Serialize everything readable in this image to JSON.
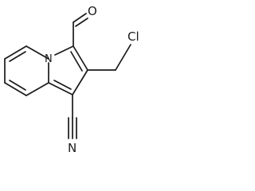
{
  "molecule": {
    "atoms": {
      "nitrogen_ring": "N",
      "oxygen_aldehyde": "O",
      "chlorine": "Cl",
      "nitrogen_nitrile": "N"
    },
    "colors": {
      "bond": "#1a1a1a",
      "background": "#ffffff"
    }
  }
}
